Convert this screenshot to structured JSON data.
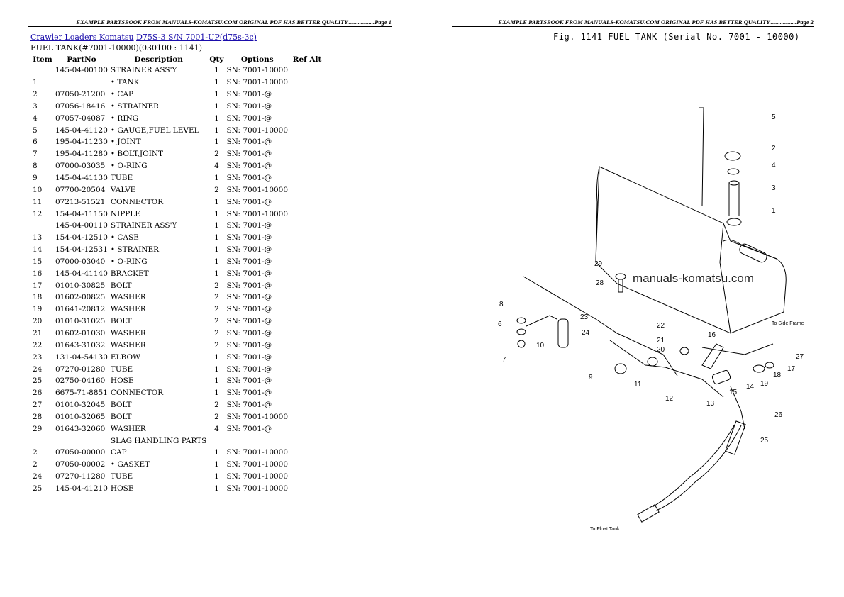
{
  "header": {
    "page1": "EXAMPLE PARTSBOOK FROM MANUALS-KOMATSU.COM ORIGINAL PDF HAS BETTER QUALITY..................Page 1",
    "page2": "EXAMPLE PARTSBOOK FROM MANUALS-KOMATSU.COM ORIGINAL PDF HAS BETTER QUALITY..................Page 2"
  },
  "breadcrumb": {
    "link1": "Crawler Loaders Komatsu",
    "link2": "D75S-3 S/N 7001-UP(d75s-3c)"
  },
  "subtitle": "FUEL TANK(#7001-10000)(030100 : 1141)",
  "table": {
    "columns": [
      "Item",
      "PartNo",
      "Description",
      "Qty",
      "Options",
      "Ref Alt"
    ],
    "rows": [
      [
        "",
        "145-04-00100",
        "STRAINER ASS'Y",
        "1",
        "SN: 7001-10000",
        ""
      ],
      [
        "1",
        "",
        "• TANK",
        "1",
        "SN: 7001-10000",
        ""
      ],
      [
        "2",
        "07050-21200",
        "• CAP",
        "1",
        "SN: 7001-@",
        ""
      ],
      [
        "3",
        "07056-18416",
        "• STRAINER",
        "1",
        "SN: 7001-@",
        ""
      ],
      [
        "4",
        "07057-04087",
        "• RING",
        "1",
        "SN: 7001-@",
        ""
      ],
      [
        "5",
        "145-04-41120",
        "• GAUGE,FUEL LEVEL",
        "1",
        "SN: 7001-10000",
        ""
      ],
      [
        "6",
        "195-04-11230",
        "• JOINT",
        "1",
        "SN: 7001-@",
        ""
      ],
      [
        "7",
        "195-04-11280",
        "• BOLT,JOINT",
        "2",
        "SN: 7001-@",
        ""
      ],
      [
        "8",
        "07000-03035",
        "• O-RING",
        "4",
        "SN: 7001-@",
        ""
      ],
      [
        "9",
        "145-04-41130",
        "TUBE",
        "1",
        "SN: 7001-@",
        ""
      ],
      [
        "10",
        "07700-20504",
        "VALVE",
        "2",
        "SN: 7001-10000",
        ""
      ],
      [
        "11",
        "07213-51521",
        "CONNECTOR",
        "1",
        "SN: 7001-@",
        ""
      ],
      [
        "12",
        "154-04-11150",
        "NIPPLE",
        "1",
        "SN: 7001-10000",
        ""
      ],
      [
        "",
        "145-04-00110",
        "STRAINER ASS'Y",
        "1",
        "SN: 7001-@",
        ""
      ],
      [
        "13",
        "154-04-12510",
        "• CASE",
        "1",
        "SN: 7001-@",
        ""
      ],
      [
        "14",
        "154-04-12531",
        "• STRAINER",
        "1",
        "SN: 7001-@",
        ""
      ],
      [
        "15",
        "07000-03040",
        "• O-RING",
        "1",
        "SN: 7001-@",
        ""
      ],
      [
        "16",
        "145-04-41140",
        "BRACKET",
        "1",
        "SN: 7001-@",
        ""
      ],
      [
        "17",
        "01010-30825",
        "BOLT",
        "2",
        "SN: 7001-@",
        ""
      ],
      [
        "18",
        "01602-00825",
        "WASHER",
        "2",
        "SN: 7001-@",
        ""
      ],
      [
        "19",
        "01641-20812",
        "WASHER",
        "2",
        "SN: 7001-@",
        ""
      ],
      [
        "20",
        "01010-31025",
        "BOLT",
        "2",
        "SN: 7001-@",
        ""
      ],
      [
        "21",
        "01602-01030",
        "WASHER",
        "2",
        "SN: 7001-@",
        ""
      ],
      [
        "22",
        "01643-31032",
        "WASHER",
        "2",
        "SN: 7001-@",
        ""
      ],
      [
        "23",
        "131-04-54130",
        "ELBOW",
        "1",
        "SN: 7001-@",
        ""
      ],
      [
        "24",
        "07270-01280",
        "TUBE",
        "1",
        "SN: 7001-@",
        ""
      ],
      [
        "25",
        "02750-04160",
        "HOSE",
        "1",
        "SN: 7001-@",
        ""
      ],
      [
        "26",
        "6675-71-8851",
        "CONNECTOR",
        "1",
        "SN: 7001-@",
        ""
      ],
      [
        "27",
        "01010-32045",
        "BOLT",
        "2",
        "SN: 7001-@",
        ""
      ],
      [
        "28",
        "01010-32065",
        "BOLT",
        "2",
        "SN: 7001-10000",
        ""
      ],
      [
        "29",
        "01643-32060",
        "WASHER",
        "4",
        "SN: 7001-@",
        ""
      ],
      [
        "",
        "",
        "SLAG HANDLING PARTS",
        "",
        "",
        ""
      ],
      [
        "2",
        "07050-00000",
        "CAP",
        "1",
        "SN: 7001-10000",
        ""
      ],
      [
        "2",
        "07050-00002",
        "• GASKET",
        "1",
        "SN: 7001-10000",
        ""
      ],
      [
        "24",
        "07270-11280",
        "TUBE",
        "1",
        "SN: 7001-10000",
        ""
      ],
      [
        "25",
        "145-04-41210",
        "HOSE",
        "1",
        "SN: 7001-10000",
        ""
      ]
    ]
  },
  "figure": {
    "title": "Fig. 1141  FUEL TANK  (Serial No. 7001 - 10000)",
    "watermark": "manuals-komatsu.com",
    "side_frame_note": "To Side Frame",
    "float_tank_note": "To Float Tank",
    "callouts": [
      "1",
      "2",
      "3",
      "4",
      "5",
      "6",
      "7",
      "8",
      "9",
      "10",
      "11",
      "12",
      "13",
      "14",
      "15",
      "16",
      "17",
      "18",
      "19",
      "20",
      "21",
      "22",
      "23",
      "24",
      "25",
      "26",
      "27",
      "28",
      "29"
    ]
  }
}
